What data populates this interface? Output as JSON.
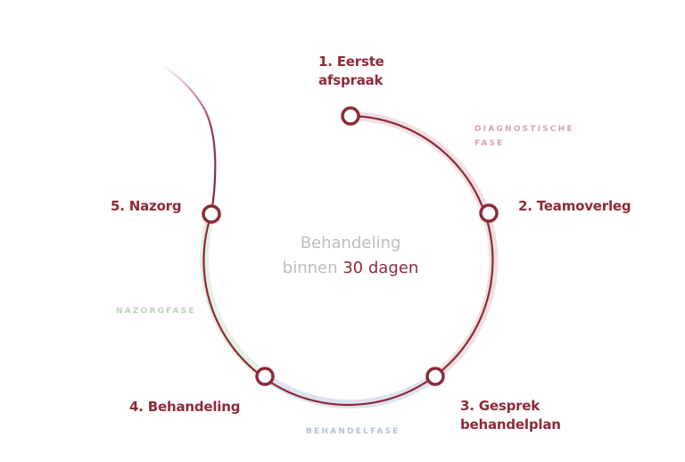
{
  "colors": {
    "accent": "#8e2a3a",
    "diagnostic_band": "#f1dfe2",
    "treatment_band": "#dde3ee",
    "aftercare_band": "#e2f1e1",
    "diagnostic_text": "#d2a6ae",
    "treatment_text": "#b7c2d3",
    "aftercare_text": "#b3d6b1",
    "center_gray": "#bdbdbd"
  },
  "center": {
    "line1": "Behandeling",
    "line2_prefix": "binnen",
    "line2_accent": "30 dagen"
  },
  "steps": [
    {
      "number": 1,
      "line1": "1. Eerste",
      "line2": "afspraak"
    },
    {
      "number": 2,
      "line1": "2. Teamoverleg"
    },
    {
      "number": 3,
      "line1": "3. Gesprek",
      "line2": "behandelplan"
    },
    {
      "number": 4,
      "line1": "4. Behandeling"
    },
    {
      "number": 5,
      "line1": "5. Nazorg"
    }
  ],
  "phases": {
    "diagnostic": {
      "line1": "DIAGNOSTISCHE",
      "line2": "FASE"
    },
    "treatment": {
      "line1": "BEHANDELFASE"
    },
    "aftercare": {
      "line1": "NAZORGFASE"
    }
  }
}
